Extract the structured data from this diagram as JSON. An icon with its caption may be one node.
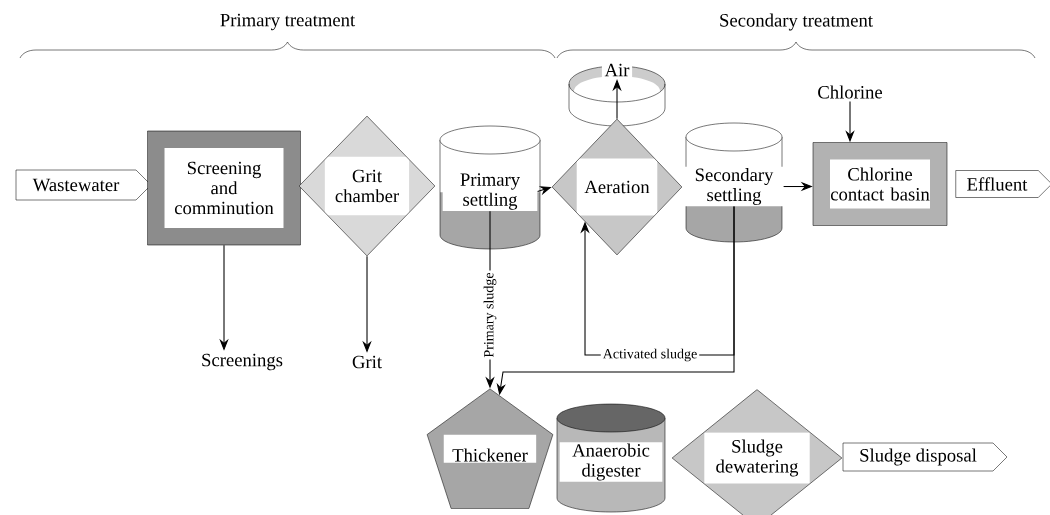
{
  "diagram": {
    "nodes": [
      {
        "text": [
          "Wastewater"
        ]
      },
      {
        "text": [
          "Screening and comminution"
        ]
      },
      {
        "text": [
          "Grit chamber"
        ]
      },
      {
        "text": [
          "Primary settling"
        ]
      },
      {
        "text": [
          "Air"
        ]
      },
      {
        "text": [
          "Aeration"
        ]
      },
      {
        "text": [
          "Secondary settling"
        ]
      },
      {
        "text": [
          "Chlorine"
        ]
      },
      {
        "text": [
          "Chlorine contact basin"
        ]
      },
      {
        "text": [
          "Effluent"
        ]
      },
      {
        "text": [
          "Screenings"
        ]
      },
      {
        "text": [
          "Grit"
        ]
      },
      {
        "text": [
          "Thickener"
        ]
      },
      {
        "text": [
          "Anaerobic digester"
        ]
      },
      {
        "text": [
          "Sludge dewatering"
        ]
      },
      {
        "text": [
          "Sludge disposal"
        ]
      }
    ],
    "edges": [
      {
        "from": 3,
        "to": 5,
        "arrow": "to"
      },
      {
        "from": 5,
        "to": 4,
        "arrow": "to"
      },
      {
        "from": 6,
        "to": 8,
        "arrow": "to"
      },
      {
        "from": 7,
        "to": 8,
        "arrow": "to"
      },
      {
        "from": 1,
        "to": 10,
        "arrow": "to"
      },
      {
        "from": 2,
        "to": 11,
        "arrow": "to"
      },
      {
        "from": 3,
        "to": 12,
        "arrow": "to",
        "label": "Primary sludge"
      },
      {
        "from": 6,
        "to": 5,
        "arrow": "to",
        "label": "Activated sludge"
      },
      {
        "from": 6,
        "to": 12,
        "arrow": "to"
      }
    ],
    "labels": [
      "Primary treatment",
      "Secondary treatment"
    ]
  }
}
